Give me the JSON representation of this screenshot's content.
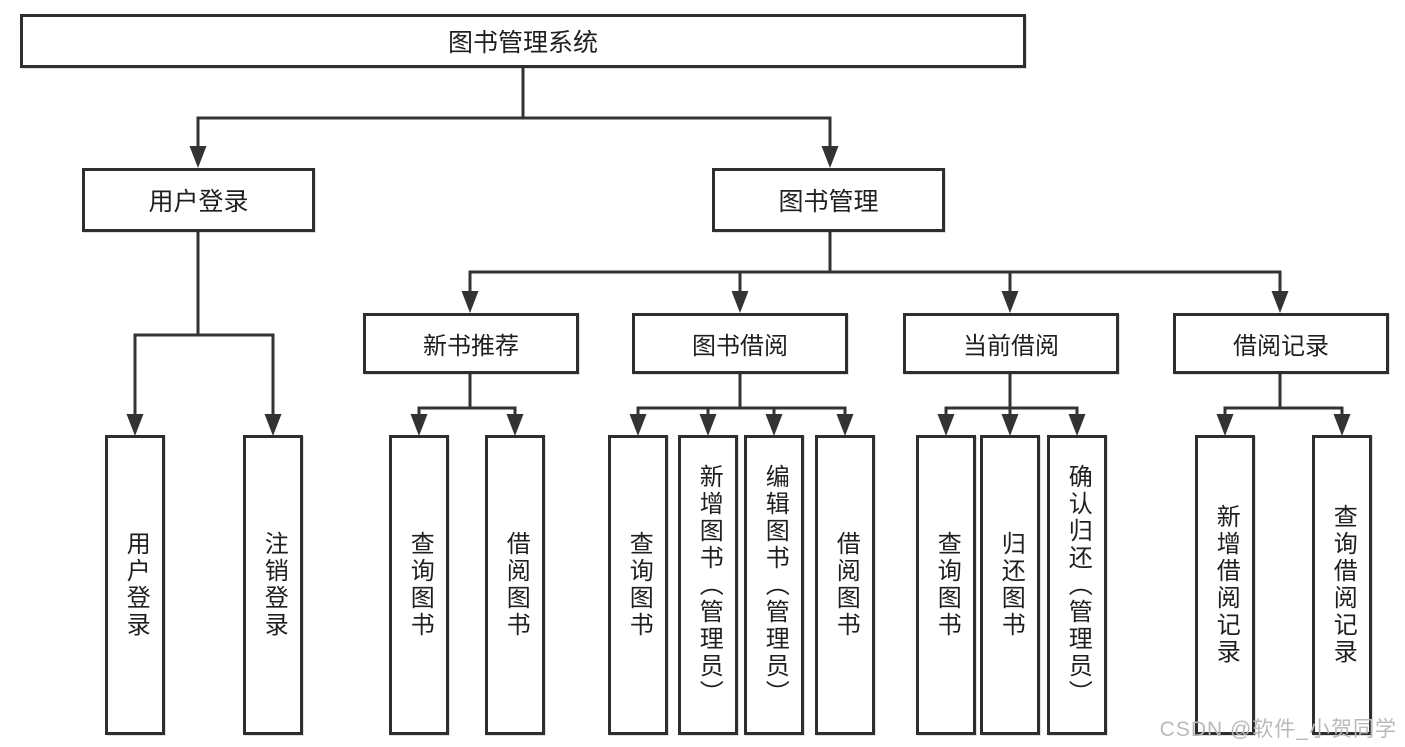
{
  "tree": {
    "label": "图书管理系统",
    "children": [
      {
        "label": "用户登录",
        "children": [
          {
            "label": "用户登录"
          },
          {
            "label": "注销登录"
          }
        ]
      },
      {
        "label": "图书管理",
        "children": [
          {
            "label": "新书推荐",
            "children": [
              {
                "label": "查询图书"
              },
              {
                "label": "借阅图书"
              }
            ]
          },
          {
            "label": "图书借阅",
            "children": [
              {
                "label": "查询图书"
              },
              {
                "label": "新增图书（管理员）"
              },
              {
                "label": "编辑图书（管理员）"
              },
              {
                "label": "借阅图书"
              }
            ]
          },
          {
            "label": "当前借阅",
            "children": [
              {
                "label": "查询图书"
              },
              {
                "label": "归还图书"
              },
              {
                "label": "确认归还（管理员）"
              }
            ]
          },
          {
            "label": "借阅记录",
            "children": [
              {
                "label": "新增借阅记录"
              },
              {
                "label": "查询借阅记录"
              }
            ]
          }
        ]
      }
    ]
  },
  "watermark": "CSDN @软件_小贺同学",
  "colors": {
    "line": "#333333",
    "box_border": "#2e2e2e",
    "text": "#1f1f1f",
    "watermark": "#b9b9b9",
    "background": "#ffffff"
  }
}
